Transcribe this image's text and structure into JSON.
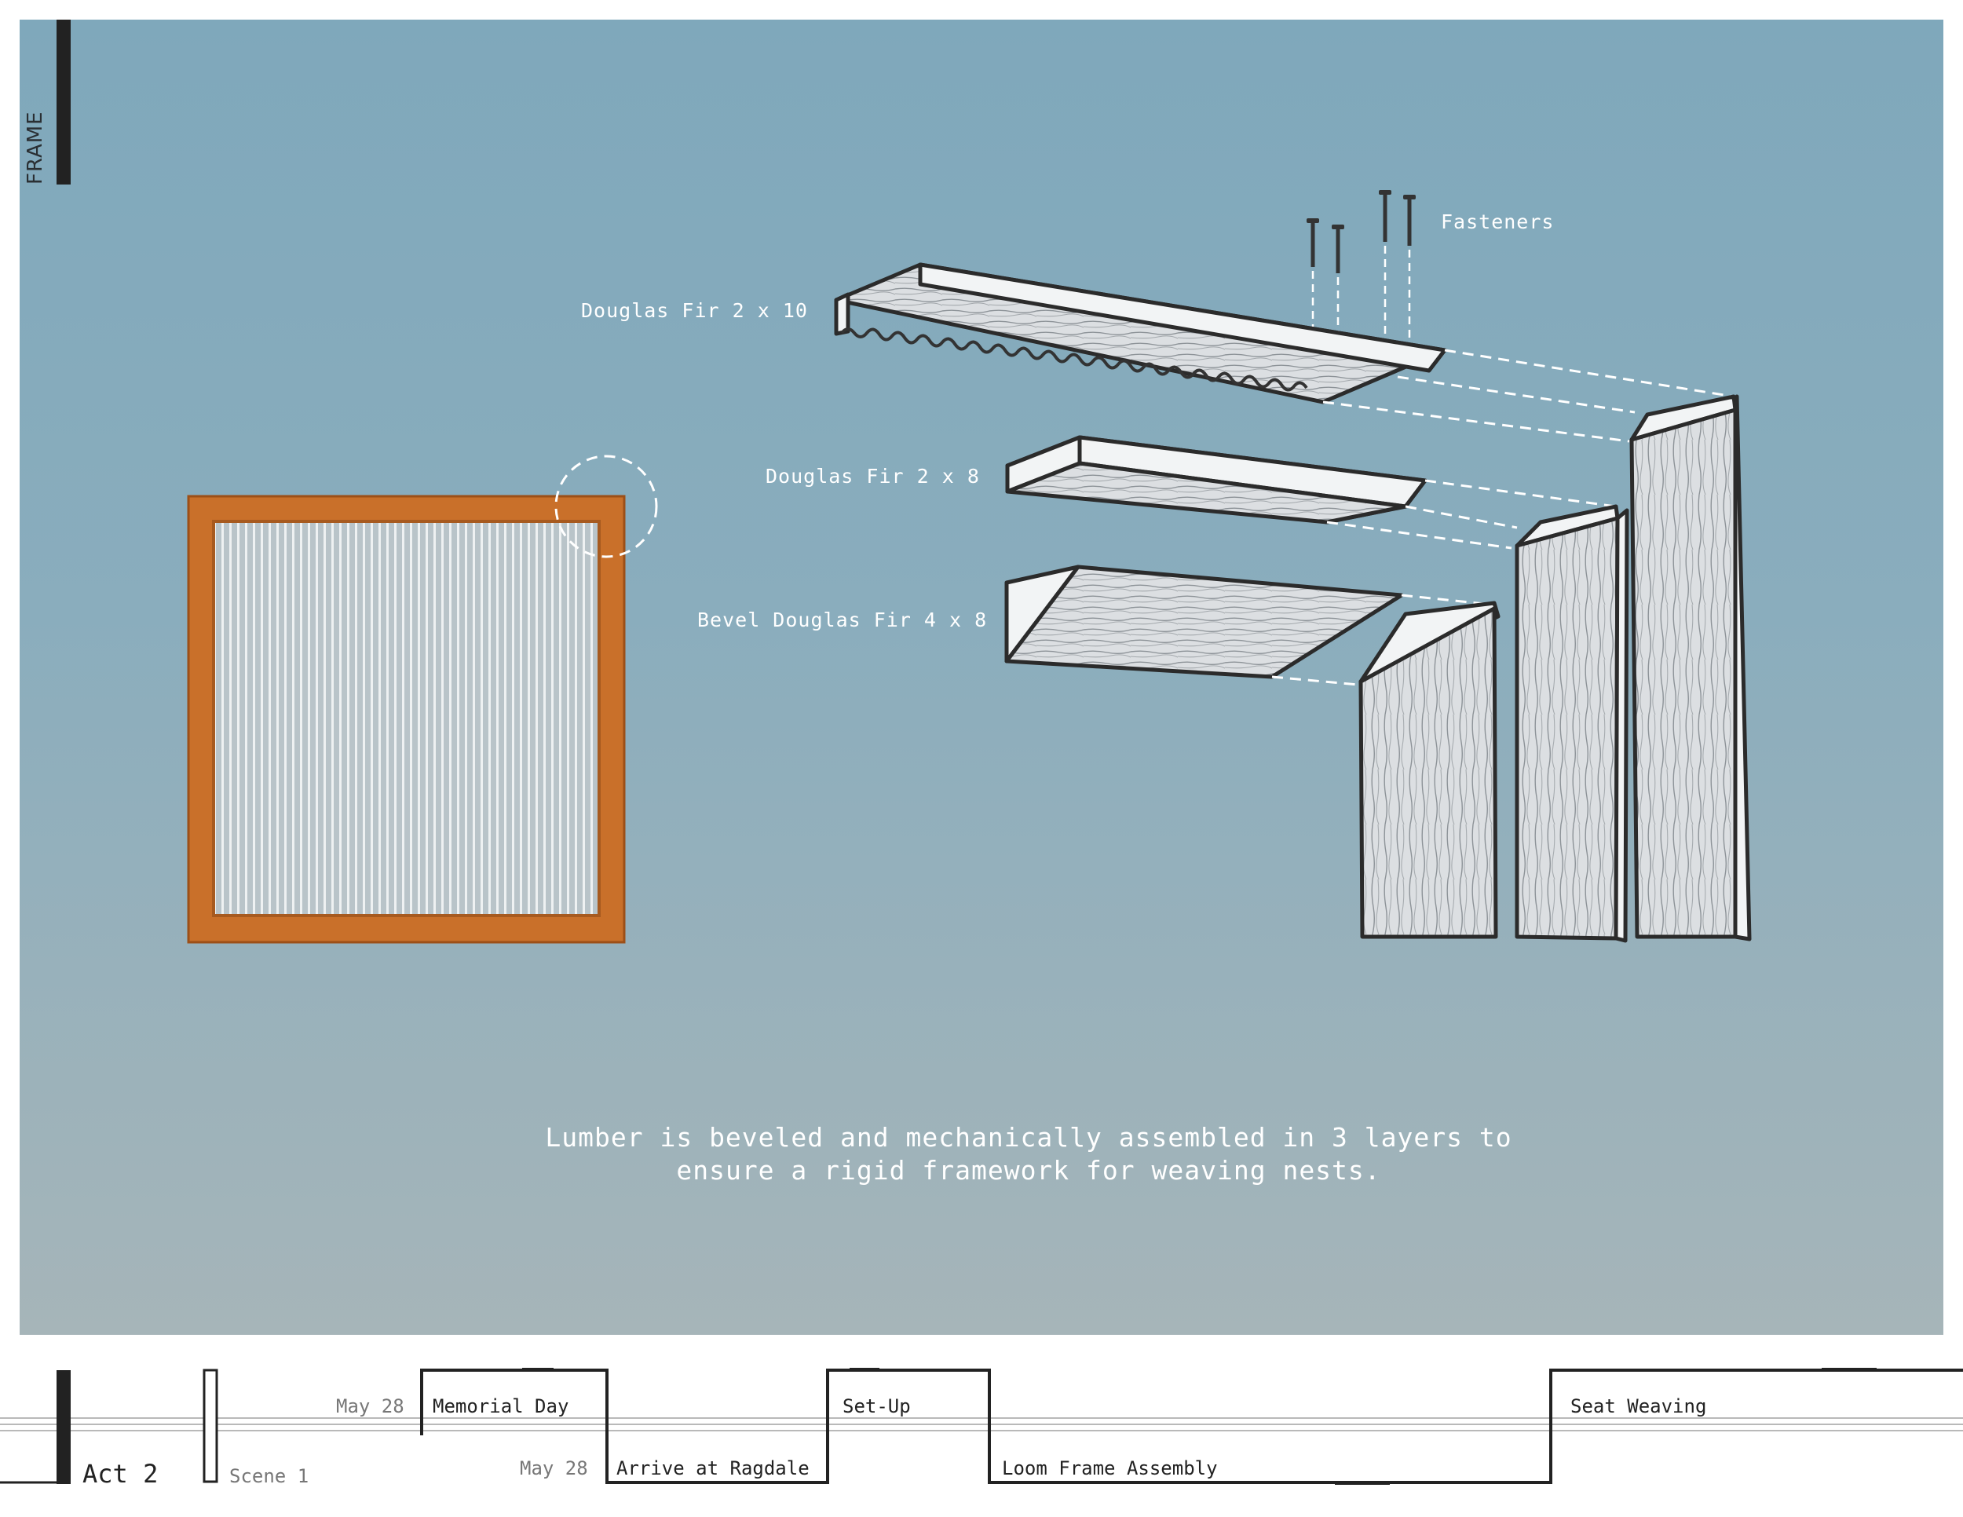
{
  "section": {
    "label": "FRAME"
  },
  "diagram": {
    "labels": {
      "fasteners": "Fasteners",
      "fir_2x10": "Douglas Fir 2 x 10",
      "fir_2x8": "Douglas Fir 2 x 8",
      "bevel_fir_4x8": "Bevel Douglas Fir 4 x 8"
    },
    "caption_line1": "Lumber is beveled and mechanically assembled in 3 layers to",
    "caption_line2": "ensure a rigid framework for weaving nests."
  },
  "timeline": {
    "act": "Act 2",
    "scene": "Scene 1",
    "events": [
      {
        "date": "May 28",
        "label": "Memorial Day"
      },
      {
        "date": "May 28",
        "label": "Arrive at Ragdale"
      },
      {
        "label": "Set-Up"
      },
      {
        "label": "Loom Frame Assembly"
      },
      {
        "label": "Seat Weaving"
      }
    ]
  },
  "colors": {
    "panel_top": "#7fa8bb",
    "panel_bottom": "#a6b5b9",
    "frame_wood": "#c9702a",
    "outline": "#2b2b2b"
  }
}
